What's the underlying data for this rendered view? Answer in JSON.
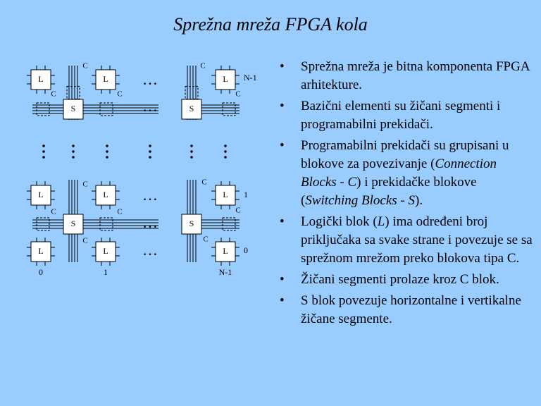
{
  "title": "Sprežna mreža FPGA kola",
  "diagram": {
    "block_labels": {
      "logic": "L",
      "switch": "S",
      "connection": "C"
    },
    "dots": "…",
    "col_labels": {
      "first": "0",
      "second": "1",
      "last": "N-1"
    },
    "row_labels": {
      "top": "N-1",
      "middle": "1",
      "bottom": "0"
    }
  },
  "bullets": [
    {
      "parts": [
        {
          "t": "Sprežna mreža je bitna komponenta FPGA arhitekture."
        }
      ]
    },
    {
      "parts": [
        {
          "t": "Bazični elementi su žičani segmenti i programabilni prekidači."
        }
      ]
    },
    {
      "parts": [
        {
          "t": "Programabilni prekidači su grupisani u blokove za povezivanje ("
        },
        {
          "t": "Connection Blocks - C",
          "i": true
        },
        {
          "t": ") i prekidačke blokove ("
        },
        {
          "t": "Switching Blocks - S",
          "i": true
        },
        {
          "t": ")."
        }
      ]
    },
    {
      "parts": [
        {
          "t": "Logički blok ("
        },
        {
          "t": "L",
          "i": true
        },
        {
          "t": ") ima određeni broj priključaka sa svake strane i povezuje se sa sprežnom mrežom preko blokova tipa C."
        }
      ]
    },
    {
      "parts": [
        {
          "t": "Žičani segmenti prolaze kroz C blok."
        }
      ]
    },
    {
      "parts": [
        {
          "t": "S blok povezuje horizontalne i vertikalne žičane segmente."
        }
      ]
    }
  ]
}
